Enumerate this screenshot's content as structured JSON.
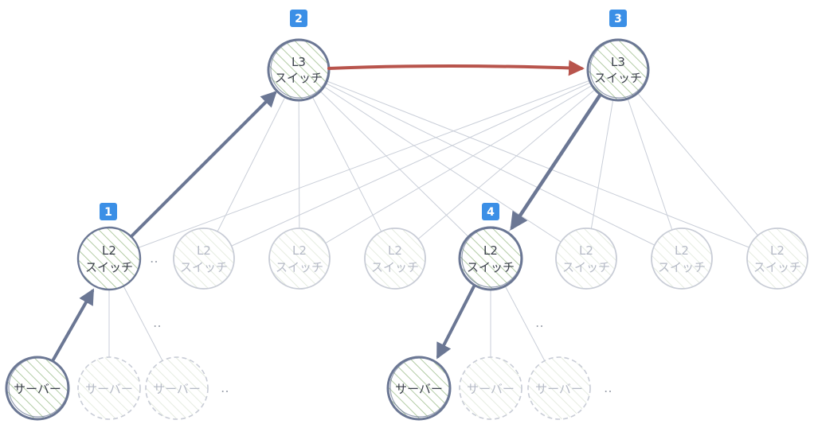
{
  "labels": {
    "l3_line1": "L3",
    "switch": "スイッチ",
    "l2_line1": "L2",
    "server": "サーバー",
    "ellipsis": "‥"
  },
  "badges": [
    "1",
    "2",
    "3",
    "4"
  ],
  "colors": {
    "active_stroke": "#6b7794",
    "faded_stroke": "#c8ccd6",
    "hatch_active": "#9fbf8e",
    "hatch_faded": "#d9e3d3",
    "link": "#c9ced8",
    "path_arrow": "#6b7794",
    "l3_arrow": "#b8544c",
    "badge": "#3b8fe6"
  }
}
